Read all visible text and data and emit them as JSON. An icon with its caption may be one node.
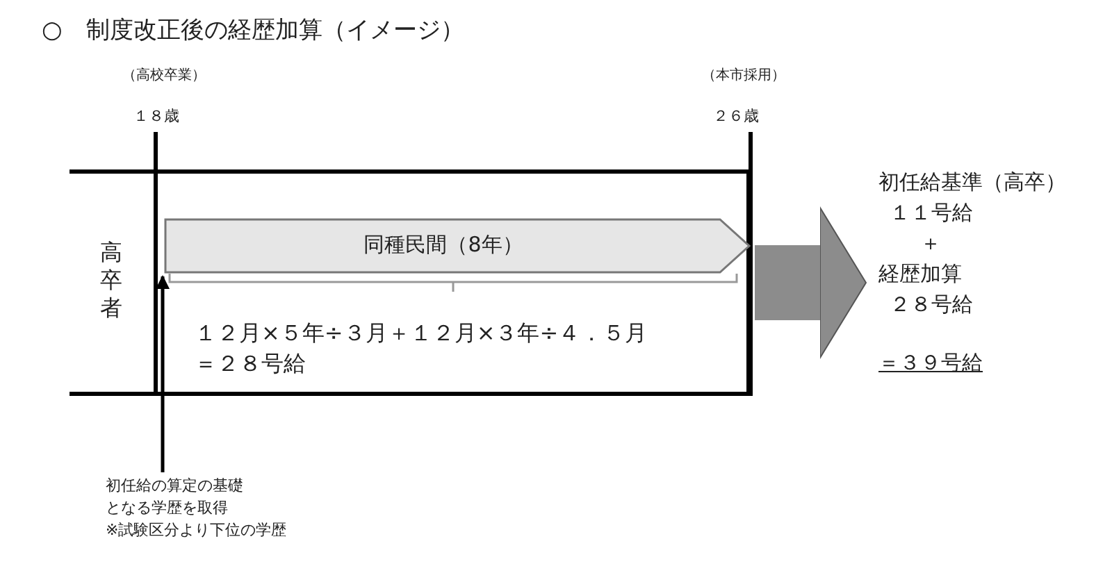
{
  "diagram": {
    "title": "○　制度改正後の経歴加算（イメージ）",
    "nodes": [
      {
        "text": [],
        "shape": "box"
      },
      {
        "text": [
          "同種民間（8年）"
        ],
        "in": 0
      },
      {
        "text": [
          "初任給の算定の基礎となる学歴を取得",
          "※試験区分より下位の学歴"
        ]
      },
      {
        "text": [
          "初任給基準（高卒）",
          "１１号給",
          "＋",
          "経歴加算",
          "２８号給",
          "＝３９号給"
        ]
      }
    ],
    "edges": [
      {
        "from": 2,
        "to": 1,
        "arrow": "to"
      },
      {
        "from": 0,
        "to": 3,
        "arrow": "to",
        "style": "thick",
        "color": "#8c8c8c"
      }
    ],
    "labels": [
      "（高校卒業）",
      "１８歳",
      "（本市採用）",
      "２６歳",
      "高卒者",
      "１２月×５年÷３月＋１２月×３年÷４．５月＝２８号給"
    ]
  }
}
